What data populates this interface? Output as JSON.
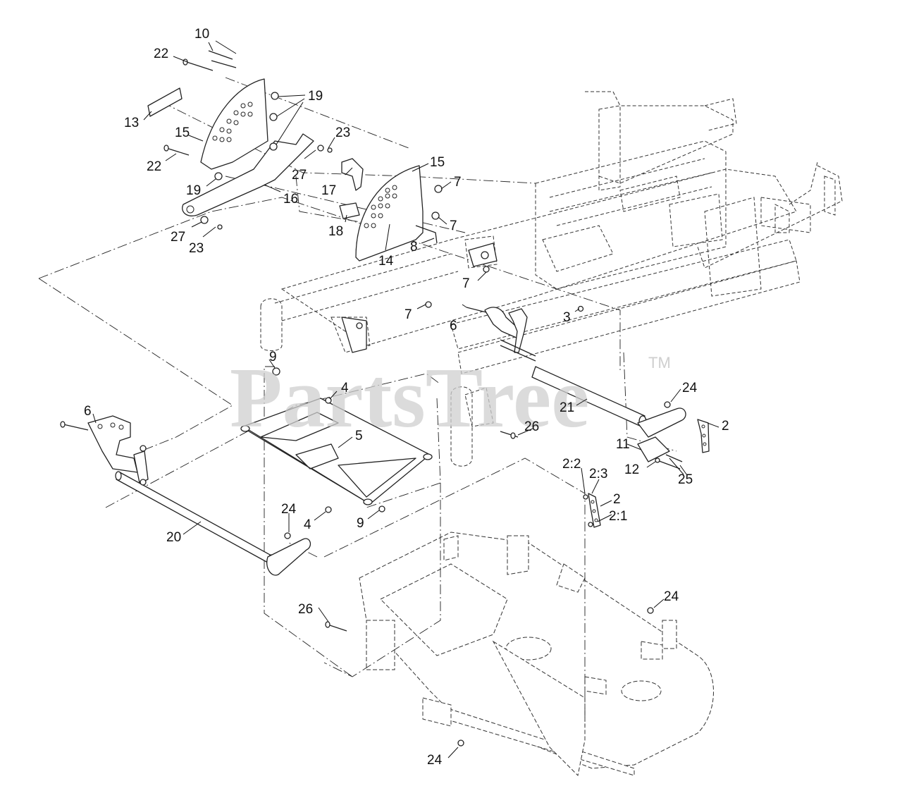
{
  "watermark": {
    "text": "PartsTree",
    "trademark": "TM"
  },
  "callouts": {
    "c2": "2",
    "c2_b": "2",
    "c2_1": "2:1",
    "c2_2": "2:2",
    "c2_3": "2:3",
    "c3": "3",
    "c4_a": "4",
    "c4_b": "4",
    "c5": "5",
    "c6_a": "6",
    "c6_b": "6",
    "c7_a": "7",
    "c7_b": "7",
    "c7_c": "7",
    "c7_d": "7",
    "c8": "8",
    "c9_a": "9",
    "c9_b": "9",
    "c10": "10",
    "c11": "11",
    "c12": "12",
    "c13": "13",
    "c14": "14",
    "c15_a": "15",
    "c15_b": "15",
    "c16": "16",
    "c17": "17",
    "c18": "18",
    "c19_a": "19",
    "c19_b": "19",
    "c20": "20",
    "c21": "21",
    "c22_a": "22",
    "c22_b": "22",
    "c23_a": "23",
    "c23_b": "23",
    "c24_a": "24",
    "c24_b": "24",
    "c24_c": "24",
    "c24_d": "24",
    "c25": "25",
    "c26_a": "26",
    "c26_b": "26",
    "c27_a": "27",
    "c27_b": "27"
  },
  "colors": {
    "line": "#222222",
    "watermark": "#cfcfcf",
    "background": "#ffffff"
  }
}
